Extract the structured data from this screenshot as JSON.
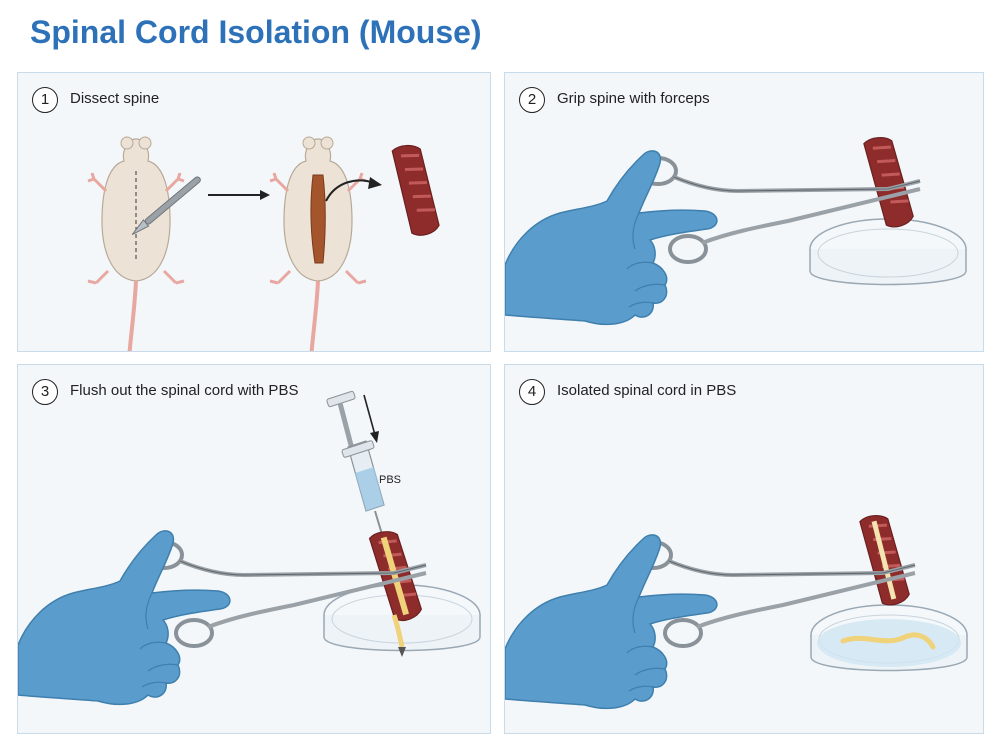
{
  "title": "Spinal Cord Isolation (Mouse)",
  "steps": [
    {
      "number": "1",
      "label": "Dissect spine"
    },
    {
      "number": "2",
      "label": "Grip spine with forceps"
    },
    {
      "number": "3",
      "label": "Flush out the spinal cord with PBS"
    },
    {
      "number": "4",
      "label": "Isolated spinal cord in PBS"
    }
  ],
  "annotations": {
    "pbs": "PBS"
  },
  "colors": {
    "title": "#2d72b9",
    "glove": "#5a9ccc",
    "spine": "#8e2c2c",
    "cord": "#efd27a",
    "panel_bg": "#f3f7fa"
  }
}
